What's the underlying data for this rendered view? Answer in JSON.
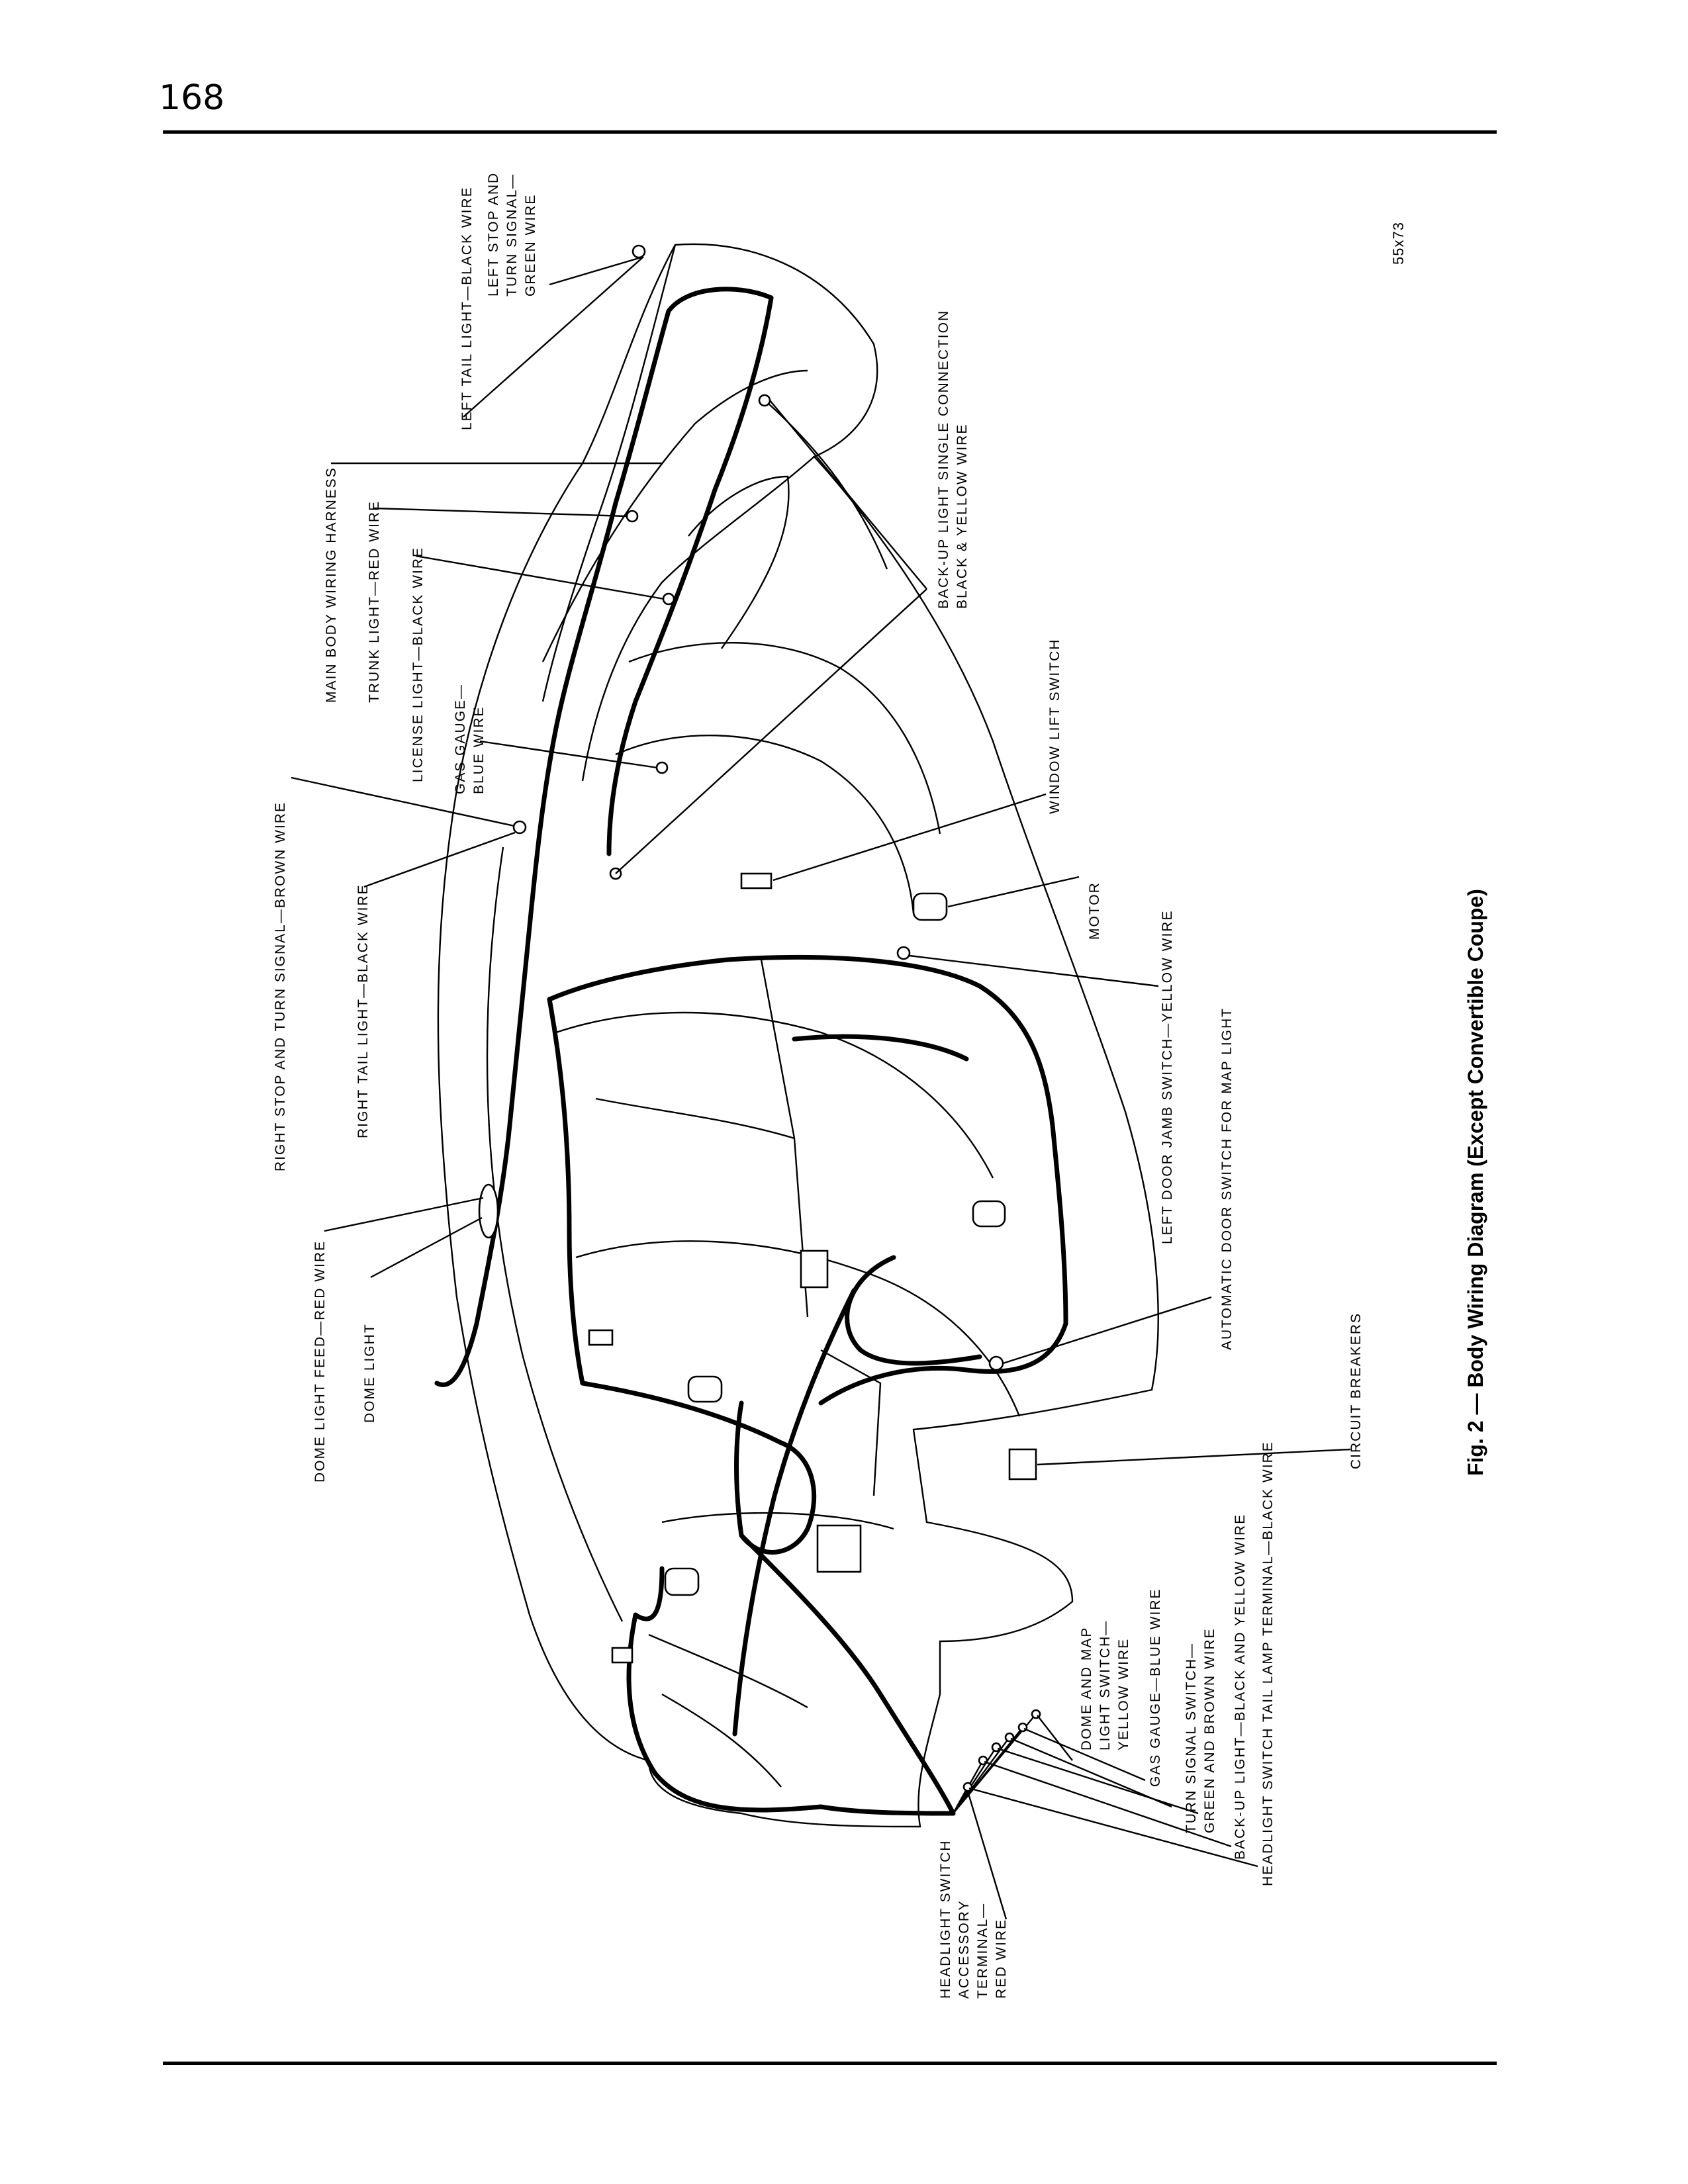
{
  "page": {
    "number": "168",
    "figure_code": "55x73",
    "caption": "Fig. 2 — Body Wiring Diagram (Except Convertible Coupe)"
  },
  "labels": {
    "left_tail_light": "LEFT TAIL LIGHT—BLACK WIRE",
    "left_stop_1": "LEFT STOP AND",
    "left_stop_2": "TURN SIGNAL—",
    "left_stop_3": "GREEN WIRE",
    "main_body_harness": "MAIN BODY WIRING HARNESS",
    "trunk_light": "TRUNK LIGHT—RED WIRE",
    "license_light": "LICENSE LIGHT—BLACK WIRE",
    "gas_gauge_1": "GAS GAUGE—",
    "gas_gauge_2": "BLUE WIRE",
    "backup_single_1": "BACK-UP LIGHT SINGLE CONNECTION",
    "backup_single_2": "BLACK & YELLOW WIRE",
    "window_lift_switch": "WINDOW LIFT SWITCH",
    "right_stop": "RIGHT STOP AND TURN SIGNAL—BROWN WIRE",
    "right_tail": "RIGHT TAIL LIGHT—BLACK WIRE",
    "motor": "MOTOR",
    "left_door_jamb": "LEFT DOOR JAMB SWITCH—YELLOW WIRE",
    "auto_door_switch": "AUTOMATIC DOOR SWITCH FOR MAP LIGHT",
    "dome_light_feed": "DOME LIGHT FEED—RED WIRE",
    "dome_light": "DOME LIGHT",
    "circuit_breakers": "CIRCUIT BREAKERS",
    "dome_map_1": "DOME AND MAP",
    "dome_map_2": "LIGHT SWITCH—",
    "dome_map_3": "YELLOW WIRE",
    "gas_gauge_blue": "GAS GAUGE—BLUE WIRE",
    "turn_signal_1": "TURN SIGNAL SWITCH—",
    "turn_signal_2": "GREEN AND BROWN WIRE",
    "backup_light": "BACK-UP LIGHT—BLACK AND YELLOW WIRE",
    "headlight_tail": "HEADLIGHT SWITCH TAIL LAMP TERMINAL—BLACK WIRE",
    "headlight_acc_1": "HEADLIGHT SWITCH",
    "headlight_acc_2": "ACCESSORY",
    "headlight_acc_3": "TERMINAL—",
    "headlight_acc_4": "RED WIRE"
  }
}
